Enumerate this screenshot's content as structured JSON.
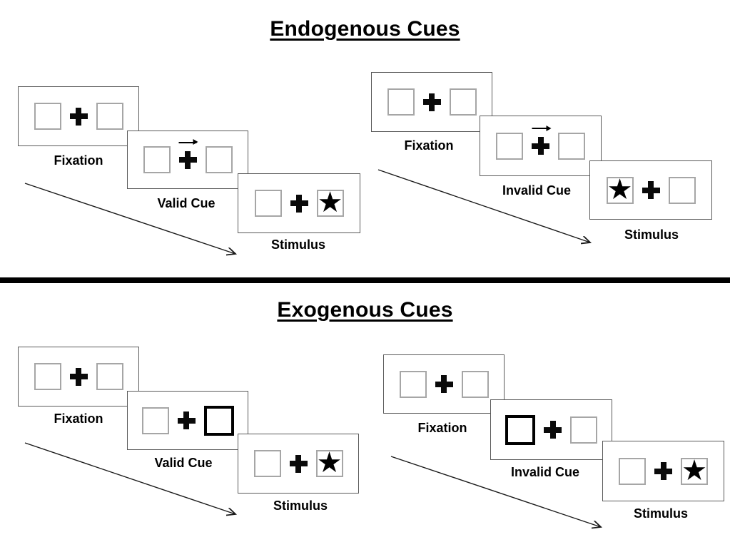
{
  "colors": {
    "ink": "#000000",
    "panel_border": "#595959",
    "box_border": "#a6a6a6",
    "background": "#ffffff"
  },
  "icons": {
    "star": "★"
  },
  "sections": [
    {
      "title": "Endogenous Cues",
      "groups": [
        {
          "name": "valid",
          "cue": {
            "kind": "central-arrow",
            "direction": "right"
          },
          "stimulus_side": "right",
          "steps": [
            {
              "label": "Fixation"
            },
            {
              "label": "Valid Cue"
            },
            {
              "label": "Stimulus"
            }
          ]
        },
        {
          "name": "invalid",
          "cue": {
            "kind": "central-arrow",
            "direction": "right"
          },
          "stimulus_side": "left",
          "steps": [
            {
              "label": "Fixation"
            },
            {
              "label": "Invalid Cue"
            },
            {
              "label": "Stimulus"
            }
          ]
        }
      ]
    },
    {
      "title": "Exogenous Cues",
      "groups": [
        {
          "name": "valid",
          "cue": {
            "kind": "box-highlight",
            "side": "right"
          },
          "stimulus_side": "right",
          "steps": [
            {
              "label": "Fixation"
            },
            {
              "label": "Valid Cue"
            },
            {
              "label": "Stimulus"
            }
          ]
        },
        {
          "name": "invalid",
          "cue": {
            "kind": "box-highlight",
            "side": "left"
          },
          "stimulus_side": "right",
          "steps": [
            {
              "label": "Fixation"
            },
            {
              "label": "Invalid Cue"
            },
            {
              "label": "Stimulus"
            }
          ]
        }
      ]
    }
  ]
}
